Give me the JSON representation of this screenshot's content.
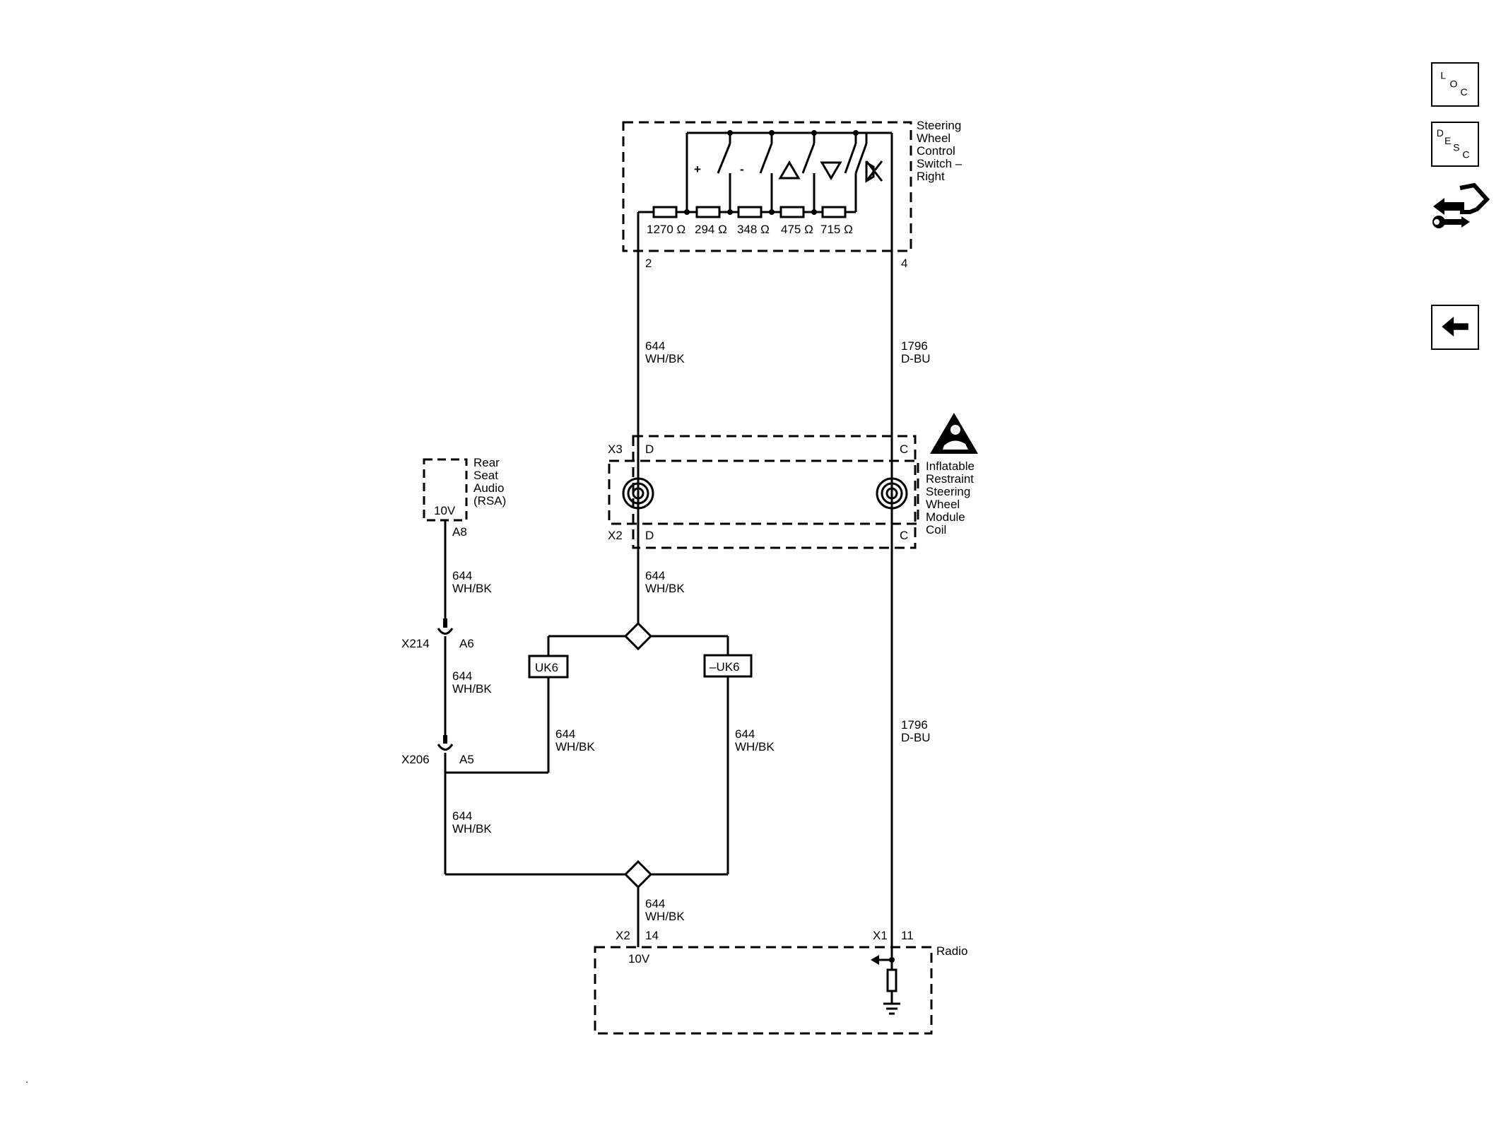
{
  "switch": {
    "name_lines": [
      "Steering",
      "Wheel",
      "Control",
      "Switch –",
      "Right"
    ],
    "resistors": [
      "1270 Ω",
      "294 Ω",
      "348 Ω",
      "475 Ω",
      "715 Ω"
    ],
    "button_symbols": [
      "+",
      "-"
    ],
    "pins": {
      "left": "2",
      "right": "4"
    }
  },
  "wires": {
    "left_circuit": "644",
    "left_color": "WH/BK",
    "right_circuit": "1796",
    "right_color": "D-BU"
  },
  "coil": {
    "name_lines": [
      "Inflatable",
      "Restraint",
      "Steering",
      "Wheel",
      "Module",
      "Coil"
    ],
    "upper_connector": "X3",
    "lower_connector": "X2",
    "pin_d": "D",
    "pin_c": "C"
  },
  "rsa": {
    "name_lines": [
      "Rear",
      "Seat",
      "Audio",
      "(RSA)"
    ],
    "voltage": "10V",
    "pin": "A8"
  },
  "inline_connectors": [
    {
      "name": "X214",
      "pin": "A6"
    },
    {
      "name": "X206",
      "pin": "A5"
    }
  ],
  "options": {
    "left": "UK6",
    "right": "–UK6"
  },
  "radio": {
    "name": "Radio",
    "left_connector": "X2",
    "left_pin": "14",
    "voltage": "10V",
    "right_connector": "X1",
    "right_pin": "11"
  },
  "side_buttons": {
    "loc": [
      "L",
      "O",
      "C"
    ],
    "desc": [
      "D",
      "E",
      "S",
      "C"
    ]
  },
  "icons": [
    "airbag-warning-icon",
    "connector-end-view-icon",
    "back-arrow-icon"
  ]
}
